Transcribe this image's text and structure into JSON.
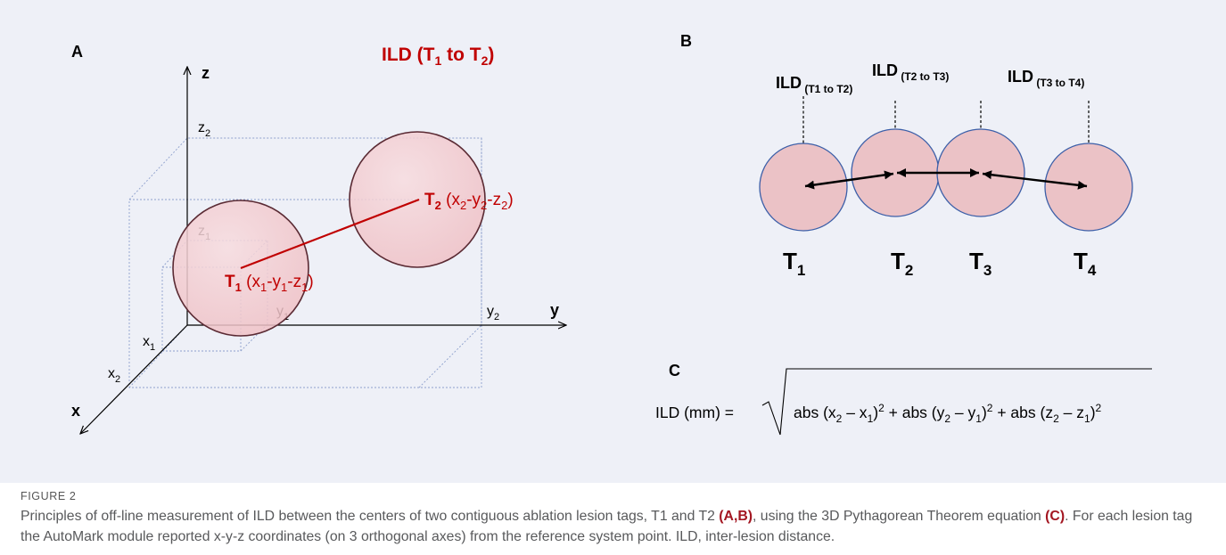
{
  "panel_a": {
    "label": "A",
    "title": "ILD (T",
    "title_sub1": "1",
    "title_mid": " to T",
    "title_sub2": "2",
    "title_end": ")",
    "axis_x": "x",
    "axis_y": "y",
    "axis_z": "z",
    "ticks": {
      "x1": "x",
      "x1_sub": "1",
      "x2": "x",
      "x2_sub": "2",
      "y1": "y",
      "y1_sub": "1",
      "y2": "y",
      "y2_sub": "2",
      "z1": "z",
      "z1_sub": "1",
      "z2": "z",
      "z2_sub": "2"
    },
    "t1_label": "T",
    "t1_label_sub": "1",
    "t1_coords": " (x",
    "t1_c1": "1",
    "t1_c2": "-y",
    "t1_c3": "1",
    "t1_c4": "-z",
    "t1_c5": "1",
    "t1_c6": ")",
    "t2_label": "T",
    "t2_label_sub": "2",
    "t2_coords": " (x",
    "t2_c1": "2",
    "t2_c2": "-y",
    "t2_c3": "2",
    "t2_c4": "-z",
    "t2_c5": "2",
    "t2_c6": ")"
  },
  "panel_b": {
    "label": "B",
    "ild_labels": [
      {
        "main": "ILD",
        "sub": " (T1 to T2)"
      },
      {
        "main": "ILD",
        "sub": " (T2 to T3)"
      },
      {
        "main": "ILD",
        "sub": " (T3 to T4)"
      }
    ],
    "tags": [
      {
        "main": "T",
        "sub": "1"
      },
      {
        "main": "T",
        "sub": "2"
      },
      {
        "main": "T",
        "sub": "3"
      },
      {
        "main": "T",
        "sub": "4"
      }
    ]
  },
  "panel_c": {
    "label": "C",
    "lhs": "ILD (mm) =",
    "t1": "abs (x",
    "t1s": "2",
    "t1b": " – x",
    "t1bs": "1",
    "t1c": ")",
    "t1p": "2",
    "t2": " + abs (y",
    "t2s": "2",
    "t2b": " – y",
    "t2bs": "1",
    "t2c": ")",
    "t2p": "2",
    "t3": " + abs (z",
    "t3s": "2",
    "t3b": " – z",
    "t3bs": "1",
    "t3c": ")",
    "t3p": "2"
  },
  "caption": {
    "figure_label": "FIGURE 2",
    "text_1": "Principles of off-line measurement of ILD between the centers of two contiguous ablation lesion tags, T1 and T2 ",
    "ref_ab": "(A,B)",
    "text_2": ", using the 3D Pythagorean Theorem equation ",
    "ref_c": "(C)",
    "text_3": ". For each lesion tag the AutoMark module reported x-y-z coordinates (on 3 orthogonal axes) from the reference system point. ILD, inter-lesion distance."
  },
  "colors": {
    "panel_bg": "#eef0f7",
    "lesion_fill": "#f2c8cc",
    "lesion_stroke_a": "#5a2a33",
    "lesion_stroke_b": "#3c5fa8",
    "accent_red": "#c00000",
    "box_dotted": "#8ea0cc",
    "caption_gray": "#58595b"
  }
}
